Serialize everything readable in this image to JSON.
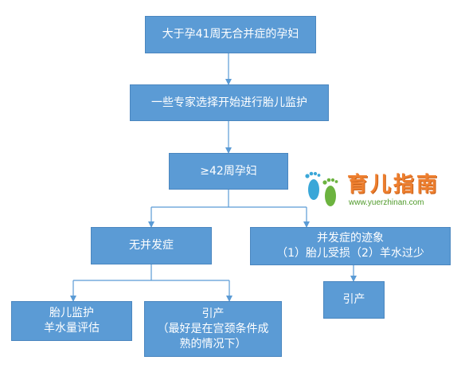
{
  "nodes": {
    "start": "大于孕41周无合并症的孕妇",
    "monitoring": "一些专家选择开始进行胎儿监护",
    "week42": "≥42周孕妇",
    "no_complication": "无并发症",
    "complication_signs": "并发症的迹象\n（1）胎儿受损（2）羊水过少",
    "monitor_assess": "胎儿监护\n羊水量评估",
    "induction_conditional": "引产\n（最好是在宫颈条件成\n熟的情况下）",
    "induction": "引产"
  },
  "logo": {
    "title": "育儿指南",
    "url": "www.yuerzhinan.com"
  },
  "colors": {
    "box_fill": "#5b9bd5",
    "connector": "#5b9bd5",
    "logo_orange": "#ee7f2f",
    "logo_green": "#4f9a2a"
  }
}
